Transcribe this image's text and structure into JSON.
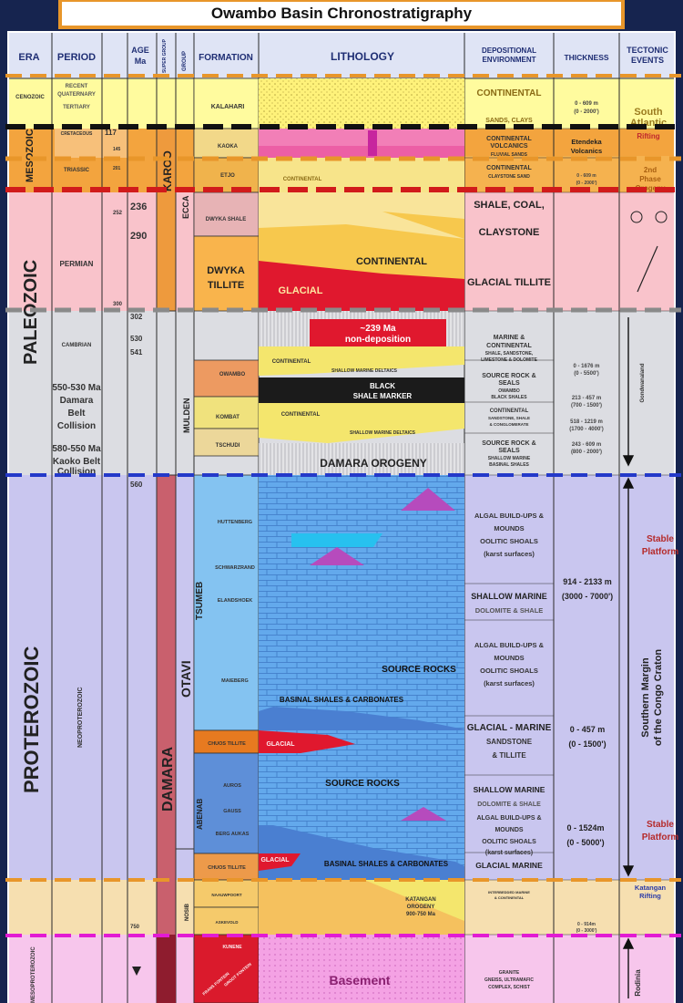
{
  "title": "Owambo Basin Chronostratigraphy",
  "headers": {
    "era": "ERA",
    "period": "PERIOD",
    "age": "AGE",
    "age_unit": "Ma",
    "supergroup": "SUPER GROUP",
    "group": "GROUP",
    "formation": "FORMATION",
    "lithology": "LITHOLOGY",
    "env_1": "DEPOSITIONAL",
    "env_2": "ENVIRONMENT",
    "thickness": "THICKNESS",
    "tectonic_1": "TECTONIC",
    "tectonic_2": "EVENTS"
  },
  "eras": {
    "cenozoic": "CENOZOIC",
    "mesozoic": "MESOZOIC",
    "paleozoic": "PALEOZOIC",
    "proterozoic": "PROTEROZOIC",
    "mesoproterozoic": "MESOPROTEROZOIC"
  },
  "periods": {
    "recent": "RECENT",
    "quaternary": "QUATERNARY",
    "tertiary": "TERTIARY",
    "cretaceous": "CRETACEOUS",
    "triassic": "TRIASSIC",
    "permian": "PERMIAN",
    "cambrian": "CAMBRIAN",
    "damara_1": "550-530 Ma",
    "damara_2": "Damara",
    "damara_3": "Belt",
    "damara_4": "Collision",
    "kaoko_1": "580-550 Ma",
    "kaoko_2": "Kaoko Belt",
    "kaoko_3": "Collision",
    "neoproterozoic": "NEOPROTEROZOIC"
  },
  "ages": [
    "117",
    "145",
    "201",
    "236",
    "252",
    "290",
    "300",
    "302",
    "530",
    "541",
    "560",
    "750"
  ],
  "groups": {
    "karoo": "KAROO",
    "ecca": "ECCA",
    "mulden": "MULDEN",
    "damara": "DAMARA",
    "otavi": "OTAVI",
    "tsumeb": "TSUMEB",
    "abenab": "ABENAB",
    "nosib": "NOSIB"
  },
  "formations": {
    "kalahari": "KALAHARI",
    "kaoka": "KAOKA",
    "etjo": "ETJO",
    "dwyka_shale": "DWYKA SHALE",
    "dwyka_1": "DWYKA",
    "dwyka_2": "TILLITE",
    "owambo": "OWAMBO",
    "kombat": "KOMBAT",
    "tschudi": "TSCHUDI",
    "huttenberg": "HUTTENBERG",
    "schwarzrand": "SCHWARZRAND",
    "elandshoek": "ELANDSHOEK",
    "maieberg": "MAIEBERG",
    "chuos_upper": "CHUOS TILLITE",
    "auros": "AUROS",
    "gauss": "GAUSS",
    "berg_aukas": "BERG AUKAS",
    "chuos_lower": "CHUOS TILLITE",
    "naauwpoort": "NAAUWPOORT",
    "askevold": "ASKEVOLD",
    "kunene": "KUNENE",
    "frans": "FRANS FONTEIN",
    "groot": "GROOT FONTEIN"
  },
  "lithology": {
    "continental_etjo": "CONTINENTAL",
    "continental_dwyka": "CONTINENTAL",
    "glacial": "GLACIAL",
    "nondep_1": "~239 Ma",
    "nondep_2": "non-deposition",
    "continental_owambo": "CONTINENTAL",
    "shallow_deltaics_1": "SHALLOW MARINE DELTAICS",
    "black_1": "BLACK",
    "black_2": "SHALE MARKER",
    "continental_kombat": "CONTINENTAL",
    "shallow_deltaics_2": "SHALLOW MARINE DELTAICS",
    "damara_orogeny": "DAMARA OROGENY",
    "source_rocks_1": "SOURCE ROCKS",
    "basinal_1": "BASINAL SHALES & CARBONATES",
    "glacial_2": "GLACIAL",
    "source_rocks_2": "SOURCE ROCKS",
    "basinal_2": "BASINAL SHALES & CARBONATES",
    "glacial_3": "GLACIAL",
    "katangan_1": "KATANGAN",
    "katangan_2": "OROGENY",
    "katangan_3": "900-750 Ma",
    "basement": "Basement"
  },
  "environments": {
    "continental_top": "CONTINENTAL",
    "sands_clays": "SANDS, CLAYS",
    "cont_volc_1": "CONTINENTAL",
    "cont_volc_2": "VOLCANICS",
    "fluvial": "FLUVIAL SANDS",
    "continental_mid": "CONTINENTAL",
    "claystone_sand": "CLAYSTONE SAND",
    "shale_coal": "SHALE, COAL,",
    "claystone": "CLAYSTONE",
    "glacial_tillite": "GLACIAL TILLITE",
    "marine_1": "MARINE &",
    "marine_2": "CONTINENTAL",
    "marine_3": "SHALE, SANDSTONE,",
    "marine_4": "LIMESTONE & DOLOMITE",
    "source_1": "SOURCE ROCK &",
    "source_2": "SEALS",
    "source_3": "OWAMBO",
    "source_4": "BLACK SHALES",
    "cont_ss_1": "CONTINENTAL",
    "cont_ss_2": "SANDSTONE, SHALE",
    "cont_ss_3": "& CONGLOMERATE",
    "source_b1": "SOURCE ROCK &",
    "source_b2": "SEALS",
    "source_b3": "SHALLOW MARINE",
    "source_b4": "BASINAL SHALES",
    "algal_1": "ALGAL BUILD-UPS &",
    "algal_2": "MOUNDS",
    "algal_3": "OOLITIC SHOALS",
    "algal_4": "(karst surfaces)",
    "shallow_1": "SHALLOW MARINE",
    "shallow_2": "DOLOMITE & SHALE",
    "algal_b1": "ALGAL BUILD-UPS &",
    "algal_b2": "MOUNDS",
    "algal_b3": "OOLITIC SHOALS",
    "algal_b4": "(karst surfaces)",
    "glacial_m1": "GLACIAL - MARINE",
    "glacial_m2": "SANDSTONE",
    "glacial_m3": "& TILLITE",
    "shallow_c1": "SHALLOW MARINE",
    "shallow_c2": "DOLOMITE & SHALE",
    "shallow_c3": "ALGAL BUILD-UPS &",
    "shallow_c4": "MOUNDS",
    "shallow_c5": "OOLITIC SHOALS",
    "shallow_c6": "(karst surfaces)",
    "glacial_marine": "GLACIAL MARINE",
    "inter_1": "INTERBEDDED MARINE",
    "inter_2": "& CONTINENTAL",
    "granite_1": "GRANITE",
    "granite_2": "GNEISS, ULTRAMAFIC",
    "granite_3": "COMPLEX, SCHIST"
  },
  "thickness": {
    "t1a": "0 - 609 m",
    "t1b": "(0 - 2000')",
    "t2": "Etendeka",
    "t2b": "Volcanics",
    "t3a": "0 - 609 m",
    "t3b": "(0 - 2000')",
    "t4a": "0 - 1676 m",
    "t4b": "(0 - 5500')",
    "t5a": "213 - 457 m",
    "t5b": "(700 - 1500')",
    "t6a": "518 - 1219 m",
    "t6b": "(1700 - 4000')",
    "t7a": "243 - 609 m",
    "t7b": "(800 - 2000')",
    "t8a": "914 - 2133 m",
    "t8b": "(3000 - 7000')",
    "t9a": "0 - 457 m",
    "t9b": "(0 - 1500')",
    "t10a": "0 - 1524m",
    "t10b": "(0 - 5000')",
    "t11a": "0 - 914m",
    "t11b": "(0 - 3000')"
  },
  "tectonics": {
    "south_atlantic_1": "South",
    "south_atlantic_2": "Atlantic",
    "rifting": "Rifting",
    "second_phase_1": "2nd",
    "second_phase_2": "Phase",
    "second_phase_3": "Orogeny",
    "gondwanaland": "Gondwanaland",
    "stable_1": "Stable",
    "stable_2": "Platform",
    "southern_1": "Southern Margin",
    "southern_2": "of the Congo Craton",
    "stable_b1": "Stable",
    "stable_b2": "Platform",
    "katangan_1": "Katangan",
    "katangan_2": "Rifting",
    "rodinia": "Rodinia"
  },
  "colors": {
    "background": "#16244f",
    "header": "#dfe4f5",
    "cenozoic": "#fffb9e",
    "mesozoic": "#f3a43e",
    "paleozoic": "#f9c3cb",
    "cambrian": "#dcdde2",
    "proterozoic": "#c9c6ef",
    "nosib": "#f6dfb0",
    "basement": "#f07fe4",
    "dash_orange": "#e8962a",
    "dash_black": "#111111",
    "dash_red": "#d11b1b",
    "dash_gray": "#8a8a8a",
    "dash_blue": "#2439c9",
    "dash_magenta": "#e21bd3"
  }
}
